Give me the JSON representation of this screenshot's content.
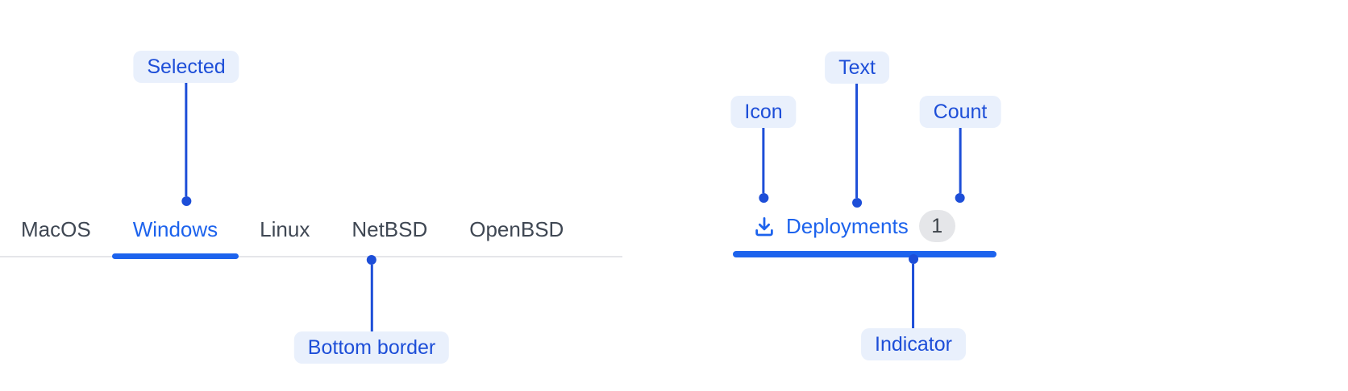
{
  "figure": {
    "left_tabbar": {
      "tabs": [
        {
          "label": "MacOS",
          "selected": false
        },
        {
          "label": "Windows",
          "selected": true
        },
        {
          "label": "Linux",
          "selected": false
        },
        {
          "label": "NetBSD",
          "selected": false
        },
        {
          "label": "OpenBSD",
          "selected": false
        }
      ]
    },
    "right_tab": {
      "icon": "download-icon",
      "label": "Deployments",
      "count": "1"
    },
    "annotations": {
      "selected": "Selected",
      "bottom_border": "Bottom border",
      "icon": "Icon",
      "text": "Text",
      "count": "Count",
      "indicator": "Indicator"
    },
    "colors": {
      "tab_active_blue": "#1d63ed",
      "annotation_blue": "#1d4ed8",
      "annotation_badge_bg": "#e9f0fc",
      "tab_inactive_text": "#3f4753",
      "tab_border_gray": "#e5e6e9",
      "count_badge_bg": "#e5e6e9",
      "count_badge_text": "#3b4148",
      "background": "#ffffff"
    }
  }
}
